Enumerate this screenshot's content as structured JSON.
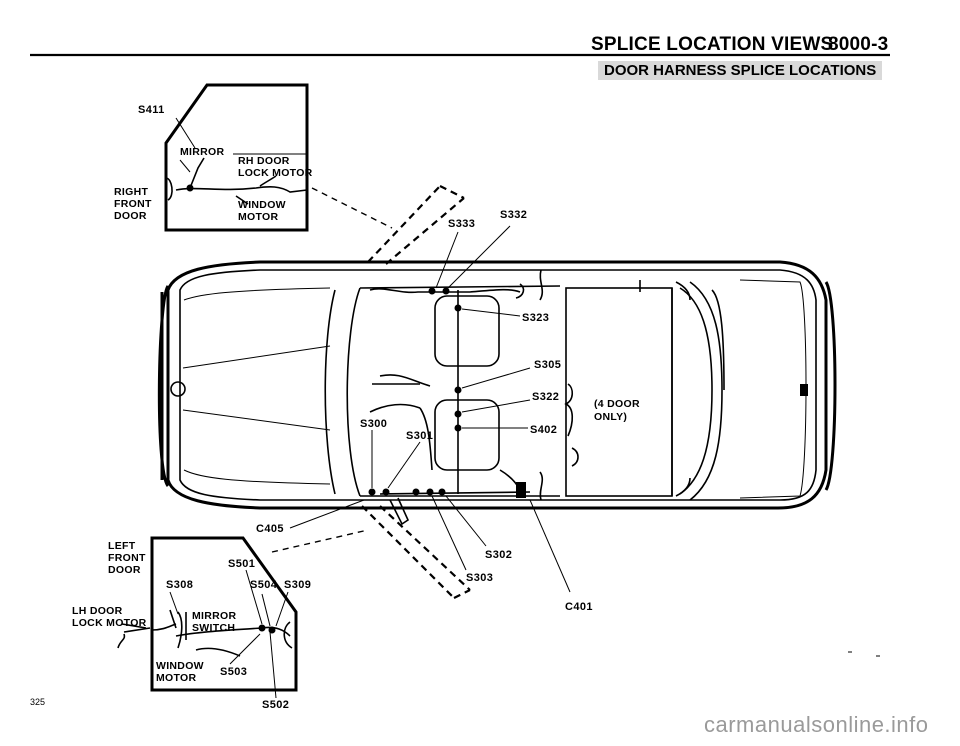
{
  "header": {
    "title": "SPLICE LOCATION VIEWS",
    "code": "8000-3",
    "subtitle": "DOOR HARNESS SPLICE LOCATIONS"
  },
  "right_door_view": {
    "door_label": [
      "RIGHT",
      "FRONT",
      "DOOR"
    ],
    "splice": "S411",
    "mirror": "MIRROR",
    "lock_motor": [
      "RH DOOR",
      "LOCK MOTOR"
    ],
    "window_motor": [
      "WINDOW",
      "MOTOR"
    ]
  },
  "car_view": {
    "splices": {
      "s333": "S333",
      "s332": "S332",
      "s323": "S323",
      "s305": "S305",
      "s322": "S322",
      "s402": "S402",
      "s300": "S300",
      "s301": "S301",
      "s302": "S302",
      "s303": "S303"
    },
    "connectors": {
      "c405": "C405",
      "c401": "C401"
    },
    "note": [
      "(4 DOOR",
      "ONLY)"
    ]
  },
  "left_door_view": {
    "door_label": [
      "LEFT",
      "FRONT",
      "DOOR"
    ],
    "lock_motor": [
      "LH DOOR",
      "LOCK MOTOR"
    ],
    "s501": "S501",
    "s308": "S308",
    "s504": "S504",
    "s309": "S309",
    "mirror_switch": [
      "MIRROR",
      "SWITCH"
    ],
    "window_motor": [
      "WINDOW",
      "MOTOR"
    ],
    "s503": "S503",
    "s502": "S502"
  },
  "footer": {
    "page_number": "325",
    "watermark": "carmanualsonline.info"
  }
}
